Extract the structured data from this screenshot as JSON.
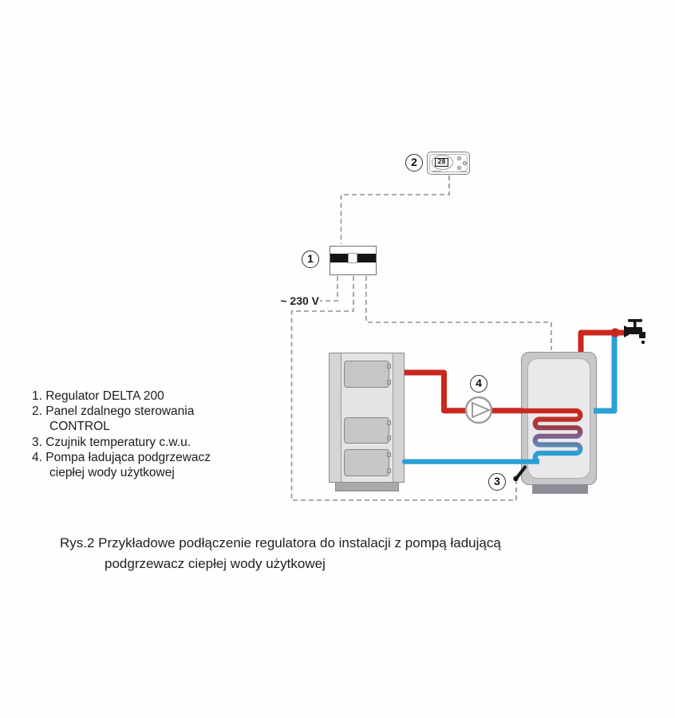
{
  "figure": {
    "caption_line1": "Rys.2 Przykładowe podłączenie regulatora do instalacji z pompą ładującą",
    "caption_line2": "podgrzewacz ciepłej wody użytkowej"
  },
  "power_label": "~ 230 V",
  "panel": {
    "display_value": "28"
  },
  "markers": {
    "regulator": "1",
    "panel": "2",
    "sensor": "3",
    "pump": "4"
  },
  "legend": {
    "lines": [
      {
        "text": "1. Regulator DELTA 200",
        "indent": false
      },
      {
        "text": "2. Panel zdalnego sterowania",
        "indent": false
      },
      {
        "text": "CONTROL",
        "indent": true
      },
      {
        "text": "3. Czujnik temperatury c.w.u.",
        "indent": false
      },
      {
        "text": "4. Pompa ładująca podgrzewacz",
        "indent": false
      },
      {
        "text": "ciepłej wody użytkowej",
        "indent": true
      }
    ]
  },
  "colors": {
    "hot_pipe": "#c8281e",
    "cold_pipe": "#2aa0d4",
    "coil_mid": "#8a5f93",
    "dashed_wire": "#909090",
    "device_gray": "#d4d4d6",
    "tank_inner": "#e9e9eb",
    "marker_border": "#2e2e2e",
    "icon_black": "#151515"
  }
}
